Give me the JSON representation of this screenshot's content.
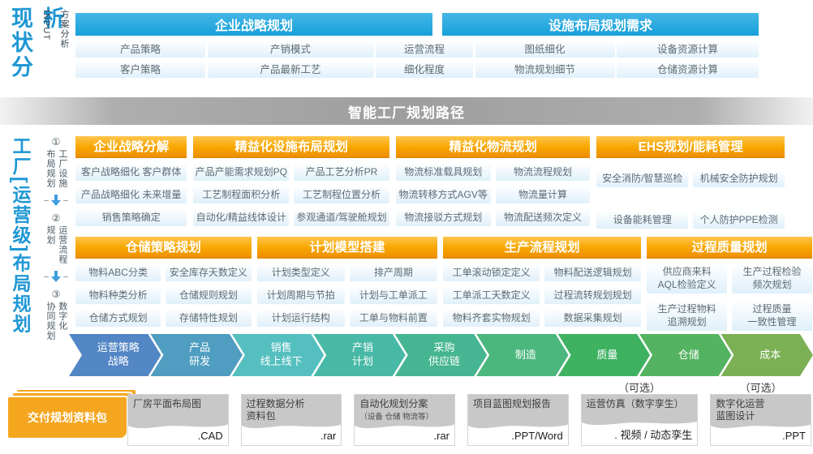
{
  "current_state": {
    "title": "现状分析",
    "input_label": "INPUT",
    "sub_label": "方案分析",
    "groups": [
      {
        "title": "企业战略规划"
      },
      {
        "title": "设施布局规划需求"
      }
    ],
    "chip_columns": [
      [
        "产品策略",
        "客户策略"
      ],
      [
        "产销模式",
        "产品最新工艺"
      ],
      [
        "运营流程",
        "细化程度"
      ],
      [
        "图纸细化",
        "物流规划细节"
      ],
      [
        "设备资源计算",
        "仓储资源计算"
      ]
    ]
  },
  "banner_title": "智能工厂规划路径",
  "factory_plan": {
    "title": "工厂[运营级]布局规划",
    "steps": [
      {
        "num": "①",
        "label": "工厂设施\n布局规划"
      },
      {
        "num": "②",
        "label": "运营流程\n规划"
      },
      {
        "num": "③",
        "label": "数字化\n协同规划"
      }
    ],
    "row1": [
      {
        "title": "企业战略分解",
        "cols": 1,
        "items": [
          [
            "客户战略细化 客户群体"
          ],
          [
            "产品战略细化 未来增量"
          ],
          [
            "销售策略确定"
          ]
        ]
      },
      {
        "title": "精益化设施布局规划",
        "cols": 2,
        "items": [
          [
            "产品产能需求规划PQ",
            "产品工艺分析PR"
          ],
          [
            "工艺制程面积分析",
            "工艺制程位置分析"
          ],
          [
            "自动化/精益线体设计",
            "参观通道/驾驶舱规划"
          ]
        ]
      },
      {
        "title": "精益化物流规划",
        "cols": 2,
        "items": [
          [
            "物流标准载具规划",
            "物流流程规划"
          ],
          [
            "物流转移方式AGV等",
            "物流量计算"
          ],
          [
            "物流接驳方式规划",
            "物流配送频次定义"
          ]
        ]
      },
      {
        "title": "EHS规划/能耗管理",
        "cols": 2,
        "items": [
          [
            "安全消防/智慧巡检",
            "机械安全防护规划"
          ],
          [
            "设备能耗管理",
            "个人防护PPE检测"
          ]
        ]
      }
    ],
    "row2": [
      {
        "title": "仓储策略规划",
        "cols": 2,
        "items": [
          [
            "物料ABC分类",
            "安全库存天数定义"
          ],
          [
            "物料种类分析",
            "仓储规则规划"
          ],
          [
            "仓储方式规划",
            "存储特性规划"
          ]
        ]
      },
      {
        "title": "计划模型搭建",
        "cols": 2,
        "items": [
          [
            "计划类型定义",
            "排产周期"
          ],
          [
            "计划周期与节拍",
            "计划与工单派工"
          ],
          [
            "计划运行结构",
            "工单与物料前置"
          ]
        ]
      },
      {
        "title": "生产流程规划",
        "cols": 2,
        "items": [
          [
            "工单滚动锁定定义",
            "物料配送逻辑规划"
          ],
          [
            "工单派工天数定义",
            "过程流转规划规划"
          ],
          [
            "物料齐套实物规划",
            "数据采集规划"
          ]
        ]
      },
      {
        "title": "过程质量规划",
        "cols": 2,
        "items": [
          [
            "供应商来料\nAQL检验定义",
            "生产过程检验\n频次规划"
          ],
          [
            "生产过程物料\n追溯规划",
            "过程质量\n一致性管理"
          ]
        ]
      }
    ]
  },
  "value_chain": [
    {
      "label": "运营策略\n战略",
      "color": "#5286c5"
    },
    {
      "label": "产品\n研发",
      "color": "#4f9dc0"
    },
    {
      "label": "销售\n线上线下",
      "color": "#55bfc0"
    },
    {
      "label": "产销\n计划",
      "color": "#47b9a6"
    },
    {
      "label": "采购\n供应链",
      "color": "#46b591"
    },
    {
      "label": "制造",
      "color": "#4bb77d"
    },
    {
      "label": "质量",
      "color": "#3fb262"
    },
    {
      "label": "仓储",
      "color": "#54b360"
    },
    {
      "label": "成本",
      "color": "#7cb054"
    }
  ],
  "deliverables": {
    "package_label": "交付规划资料包",
    "cards": [
      {
        "name": "厂房平面布局图",
        "ext": ".CAD"
      },
      {
        "name": "过程数据分析\n资料包",
        "ext": ".rar"
      },
      {
        "name": "自动化规划分案",
        "sub": "（设备 仓储 物流等）",
        "ext": ".rar"
      },
      {
        "name": "项目蓝图规划报告",
        "ext": ".PPT/Word"
      },
      {
        "name": "运营仿真（数字孪生）",
        "ext": ". 视频 / 动态孪生",
        "optional": "（可选）"
      },
      {
        "name": "数字化运营\n蓝图设计",
        "ext": ".PPT",
        "optional": "（可选）"
      }
    ]
  },
  "colors": {
    "header_blue": "#29a9e0",
    "header_orange": "#f7a600",
    "title_blue": "#1f97d4",
    "package_orange": "#f4a61f",
    "banner_gray": "#9e9e9e"
  }
}
